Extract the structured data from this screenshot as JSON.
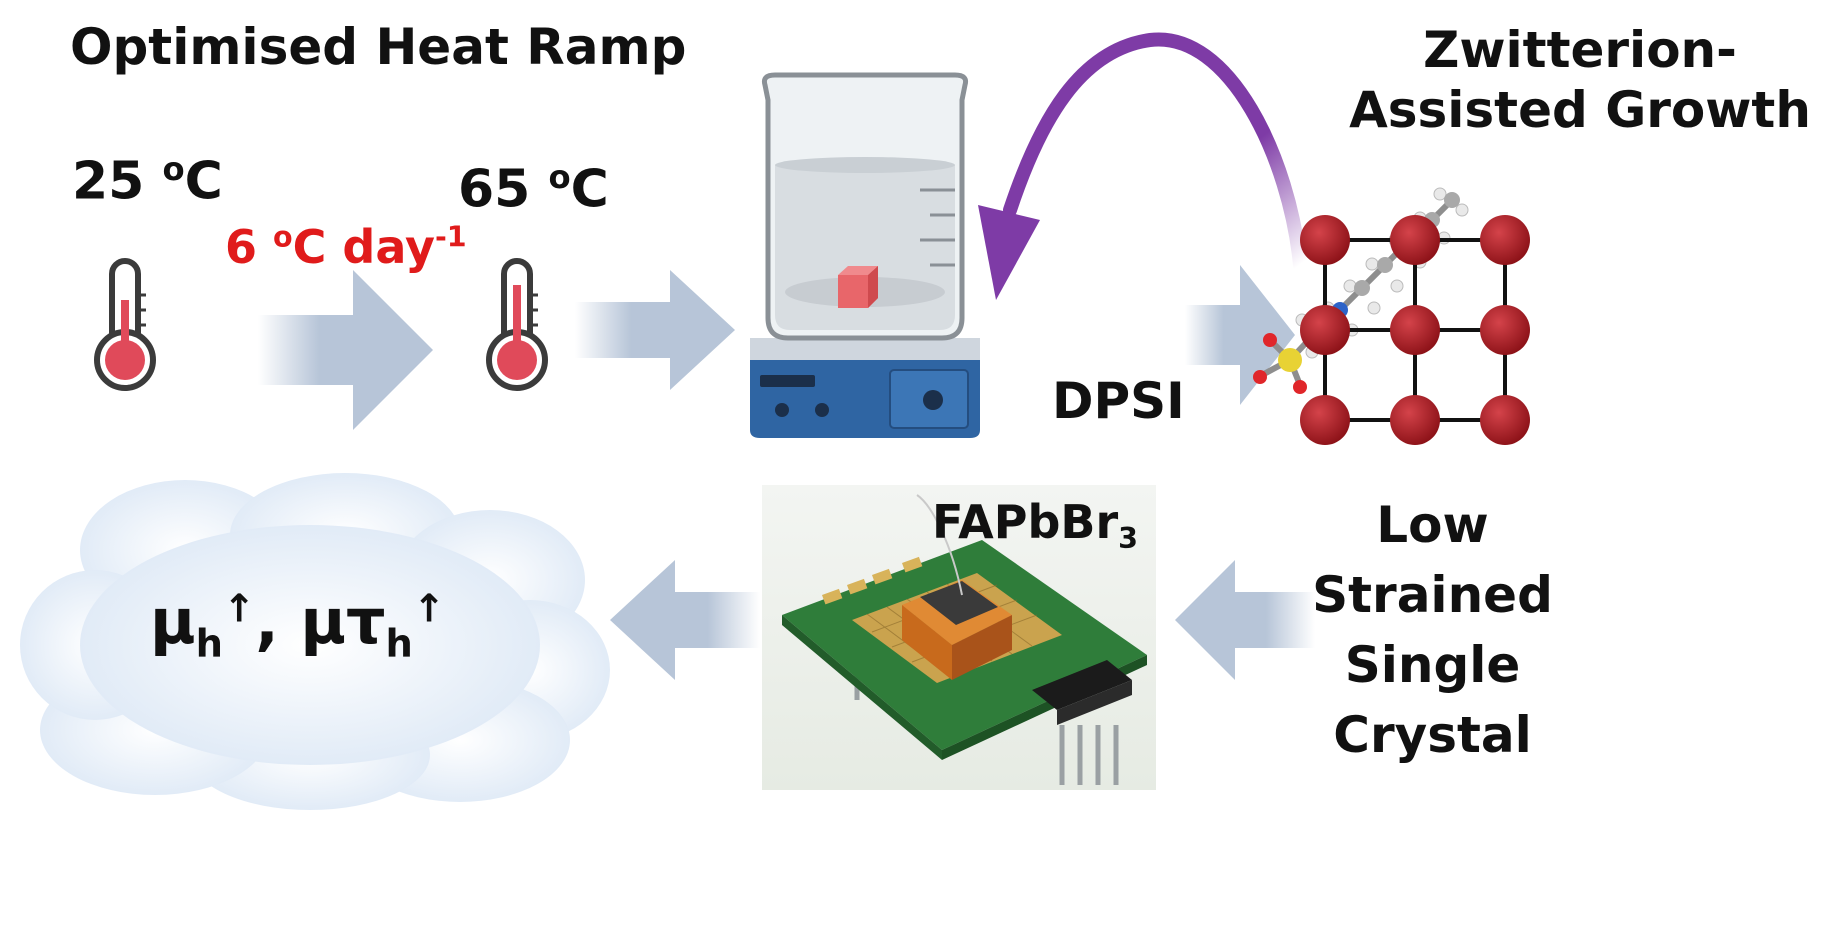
{
  "title": "Optimised Heat Ramp",
  "start_temp": {
    "value": "25 ",
    "unit_o": "o",
    "unit_c": "C"
  },
  "end_temp": {
    "value": "65 ",
    "unit_o": "o",
    "unit_c": "C"
  },
  "ramp_rate": {
    "value": "6 ",
    "unit_o": "o",
    "text": "C day",
    "exp": "-1"
  },
  "zwitterion_label": {
    "line1": "Zwitterion-",
    "line2": "Assisted Growth"
  },
  "additive_label": "DPSI",
  "device_label": {
    "base": "FAPbBr",
    "sub": "3"
  },
  "crystal_label": {
    "line1": "Low",
    "line2": "Strained",
    "line3": "Single",
    "line4": "Crystal"
  },
  "result": {
    "mu": "μ",
    "sub_h1": "h",
    "arrow1": "↑",
    "comma": ", ",
    "mutau": "μτ",
    "sub_h2": "h",
    "arrow2": "↑"
  },
  "colors": {
    "thermometer_fill": "#e04a5a",
    "arrow": "#b7c5d8",
    "purple_arrow": "#7e3ba6",
    "lattice_atom": "#a3161e",
    "cloud": "#e4eef9",
    "pcb_green": "#2f7d3a",
    "crystal_orange": "#d7731e",
    "hotplate_blue": "#2f65a3",
    "red_text": "#e01b1b"
  }
}
